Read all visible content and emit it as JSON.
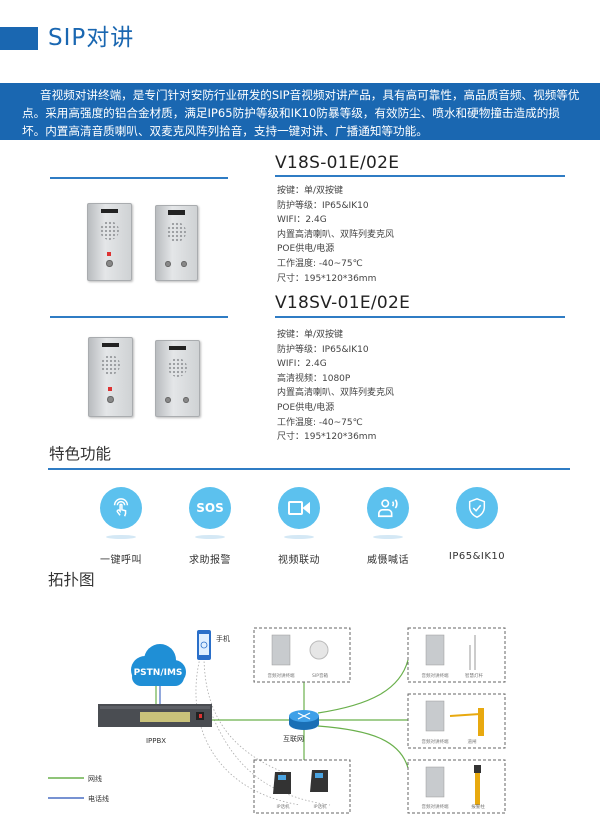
{
  "header": {
    "title": "SIP对讲",
    "accent": "#1a67b1"
  },
  "intro": "音视频对讲终端，是专门针对安防行业研发的SIP音视频对讲产品，具有高可靠性，高品质音频、视频等优点。采用高强度的铝合金材质，满足IP65防护等级和IK10防暴等级，有效防尘、喷水和硬物撞击造成的损坏。内置高清音质喇叭、双麦克风阵列拾音，支持一键对讲、广播通知等功能。",
  "products": [
    {
      "model": "V18S-01E/02E",
      "specs": [
        "按键：单/双按键",
        "防护等级：IP65&IK10",
        "WIFI：2.4G",
        "内置高清喇叭、双阵列麦克风",
        "POE供电/电源",
        "工作温度: -40~75℃",
        "尺寸：195*120*36mm"
      ]
    },
    {
      "model": "V18SV-01E/02E",
      "specs": [
        "按键：单/双按键",
        "防护等级：IP65&IK10",
        "WIFI：2.4G",
        "高清视频：1080P",
        "内置高清喇叭、双阵列麦克风",
        "POE供电/电源",
        "工作温度: -40~75℃",
        "尺寸：195*120*36mm"
      ]
    }
  ],
  "features": {
    "title": "特色功能",
    "icon_color": "#5cc1ee",
    "items": [
      {
        "label": "一键呼叫",
        "icon": "touch-icon"
      },
      {
        "label": "求助报警",
        "icon": "sos-icon"
      },
      {
        "label": "视频联动",
        "icon": "video-camera-icon"
      },
      {
        "label": "威慑喊话",
        "icon": "speaker-person-icon"
      },
      {
        "label": "IP65&IK10",
        "icon": "shield-check-icon"
      }
    ]
  },
  "topology": {
    "title": "拓扑图",
    "cloud": "PSTN/IMS",
    "pbx": "IPPBX",
    "phone": "手机",
    "router": "互联网",
    "boxes": {
      "top_middle": [
        "音频对讲终端",
        "SIP音箱"
      ],
      "bottom_middle": [
        "IP话机",
        "IP话机"
      ],
      "right_1": [
        "音频对讲终端",
        "智慧灯杆"
      ],
      "right_2": [
        "音频对讲终端",
        "道闸"
      ],
      "right_3": [
        "音频对讲终端",
        "报警柱"
      ]
    },
    "legend": [
      {
        "label": "网线",
        "color": "#6ab04c"
      },
      {
        "label": "电话线",
        "color": "#4a6fc4"
      }
    ]
  }
}
